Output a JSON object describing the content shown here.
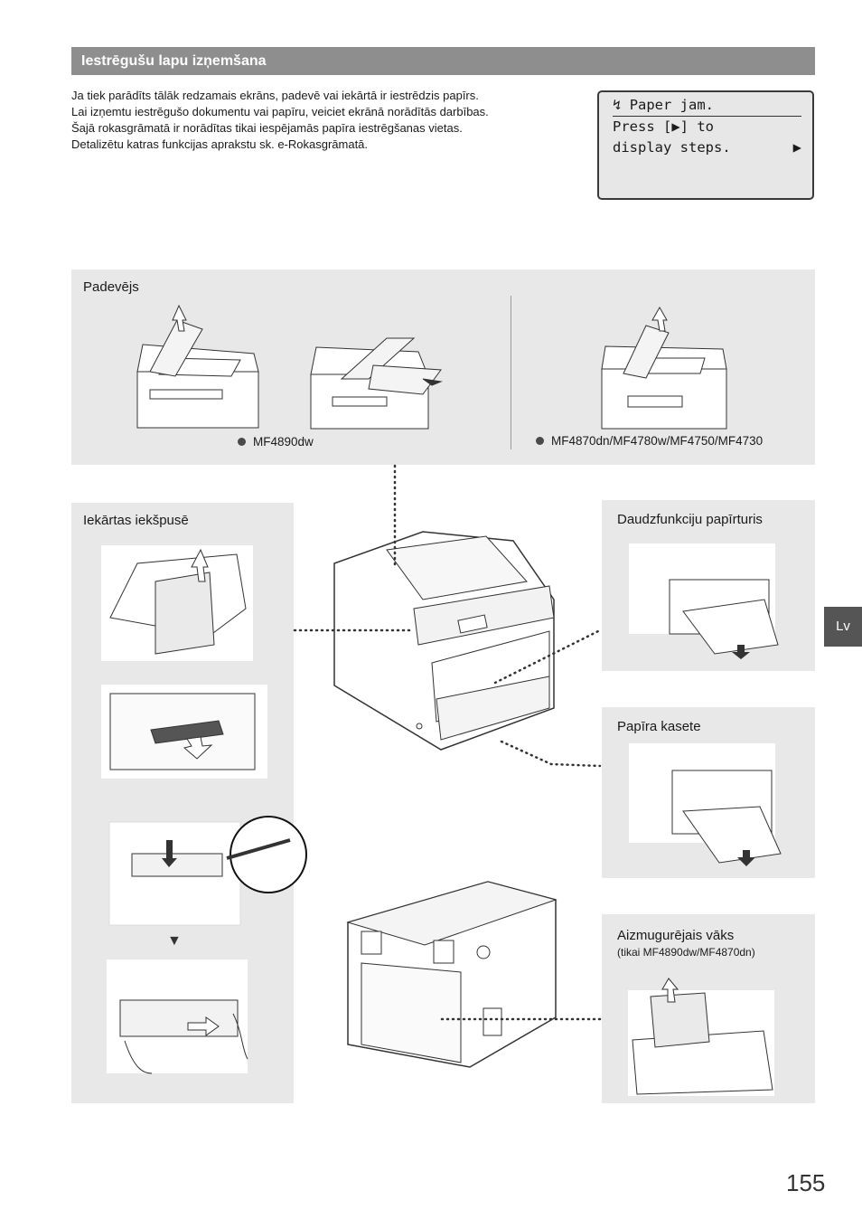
{
  "header": {
    "title": "Iestrēgušu lapu izņemšana"
  },
  "intro": {
    "lines": [
      "Ja tiek parādīts tālāk redzamais ekrāns, padevē vai iekārtā ir iestrēdzis papīrs.",
      "Lai izņemtu iestrēgušo dokumentu vai papīru, veiciet ekrānā norādītās darbības.",
      "Šajā rokasgrāmatā ir norādītas tikai iespējamās papīra iestrēgšanas vietas.",
      "Detalizētu katras funkcijas aprakstu sk. e-Rokasgrāmatā."
    ]
  },
  "lcd": {
    "line1": "Paper jam.",
    "line2": "Press [▶] to",
    "line3": "display steps.",
    "arrow": "▶",
    "icon": "paper-jam-icon"
  },
  "panels": {
    "feeder": {
      "label": "Padevējs",
      "model_left": "MF4890dw",
      "model_right": "MF4870dn/MF4780w/MF4750/MF4730"
    },
    "inside": {
      "label": "Iekārtas iekšpusē",
      "step_arrow": "▼"
    },
    "multipurpose": {
      "label": "Daudzfunkciju papīrturis"
    },
    "cassette": {
      "label": "Papīra kasete"
    },
    "rear": {
      "label": "Aizmugurējais vāks",
      "note": "(tikai MF4890dw/MF4870dn)"
    }
  },
  "side_tab": {
    "label": "Lv"
  },
  "page_number": "155",
  "colors": {
    "header_bg": "#8e8e8e",
    "panel_bg": "#e8e8e8",
    "tab_bg": "#555555"
  }
}
